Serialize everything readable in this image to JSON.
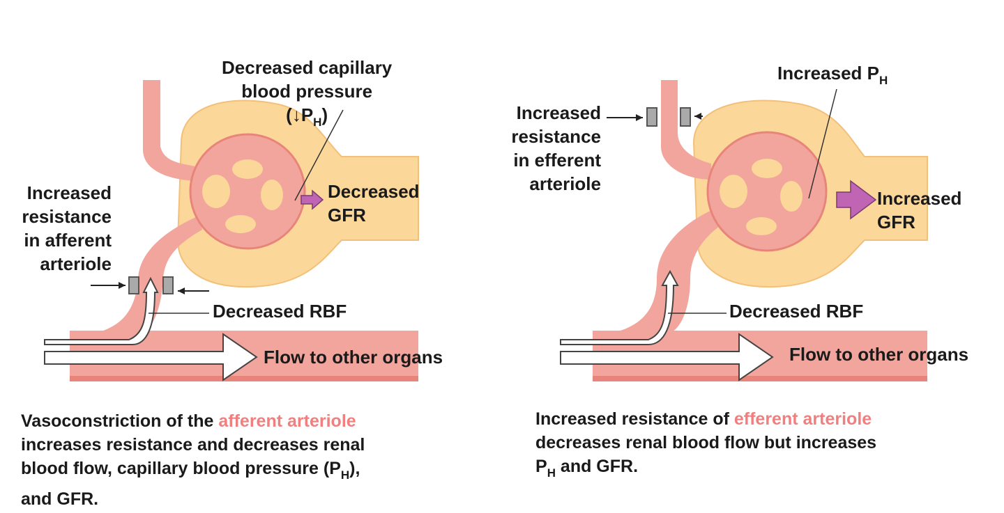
{
  "left": {
    "label_pressure_l1": "Decreased capillary",
    "label_pressure_l2": "blood pressure",
    "label_pressure_l3_pre": "(",
    "label_pressure_arrow": "↓",
    "label_pressure_p": "P",
    "label_pressure_sub": "H",
    "label_pressure_close": ")",
    "label_gfr_l1": "Decreased",
    "label_gfr_l2": "GFR",
    "label_resist_l1": "Increased",
    "label_resist_l2": "resistance",
    "label_resist_l3": "in afferent",
    "label_resist_l4": "arteriole",
    "label_rbf": "Decreased RBF",
    "label_flow": "Flow to other organs",
    "caption": {
      "l1_pre": "Vasoconstriction of the ",
      "l1_hl": "afferent arteriole",
      "l2": "increases resistance and decreases renal",
      "l3_pre": "blood flow, capillary blood pressure (P",
      "l3_sub": "H",
      "l3_post": "),",
      "l4": "and GFR."
    }
  },
  "right": {
    "label_ph_pre": "Increased P",
    "label_ph_sub": "H",
    "label_resist_l1": "Increased",
    "label_resist_l2": "resistance",
    "label_resist_l3": "in efferent",
    "label_resist_l4": "arteriole",
    "label_gfr_l1": "Increased",
    "label_gfr_l2": "GFR",
    "label_rbf": "Decreased RBF",
    "label_flow": "Flow to other organs",
    "caption": {
      "l1_pre": "Increased resistance of ",
      "l1_hl": "efferent arteriole",
      "l2": "decreases renal blood flow but increases",
      "l3_p": "P",
      "l3_sub": "H",
      "l3_post": " and GFR."
    }
  },
  "colors": {
    "vessel": "#f2a59c",
    "vessel_dark": "#e8857a",
    "capsule": "#fbd79a",
    "highlight": "#f08080",
    "gfr_arrow": "#c065b4"
  }
}
